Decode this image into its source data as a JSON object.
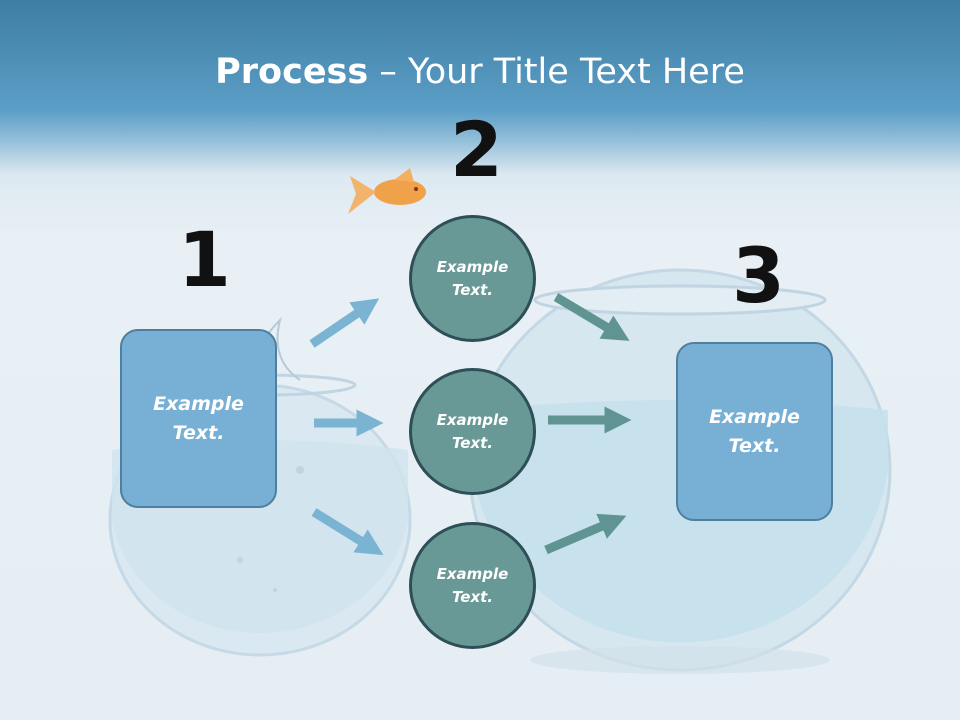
{
  "title": {
    "bold": "Process",
    "rest": " – Your Title Text Here"
  },
  "steps": [
    {
      "number": "1",
      "text": "Example\nText."
    },
    {
      "number": "2",
      "text": "Example\nText."
    },
    {
      "number": "3",
      "text": "Example\nText."
    }
  ],
  "circles": [
    {
      "text": "Example\nText."
    },
    {
      "text": "Example\nText."
    },
    {
      "text": "Example\nText."
    }
  ],
  "colors": {
    "box_fill": "#77b0d4",
    "circle_fill": "#689996",
    "arrow_blue": "#7bb3d3",
    "arrow_teal": "#5f9493"
  }
}
